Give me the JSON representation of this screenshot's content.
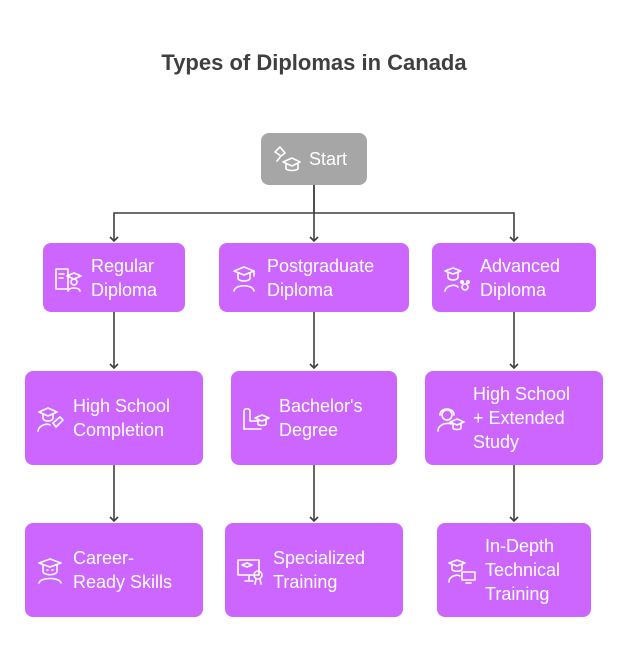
{
  "title": "Types of Diplomas in Canada",
  "nodes": {
    "start": {
      "label": "Start",
      "icon": "graduation-cap-hand-icon"
    },
    "regular": {
      "label": "Regular\nDiploma",
      "icon": "diploma-graduate-icon"
    },
    "postgraduate": {
      "label": "Postgraduate\nDiploma",
      "icon": "graduate-person-icon"
    },
    "advanced": {
      "label": "Advanced\nDiploma",
      "icon": "graduate-paw-icon"
    },
    "high_school": {
      "label": "High School\nCompletion",
      "icon": "student-cap-icon"
    },
    "bachelors": {
      "label": "Bachelor's\nDegree",
      "icon": "arm-cap-icon"
    },
    "high_school_extended": {
      "label": "High School\n+ Extended\nStudy",
      "icon": "headset-graduate-icon"
    },
    "career_ready": {
      "label": "Career-\nReady Skills",
      "icon": "graduate-face-icon"
    },
    "specialized": {
      "label": "Specialized\nTraining",
      "icon": "monitor-certificate-icon"
    },
    "in_depth": {
      "label": "In-Depth\nTechnical\nTraining",
      "icon": "graduate-computer-icon"
    }
  },
  "colors": {
    "node_fill": "#cc66ff",
    "start_fill": "#a6a6a6",
    "connector": "#3f3f3f",
    "title_text": "#3f3f3f"
  }
}
